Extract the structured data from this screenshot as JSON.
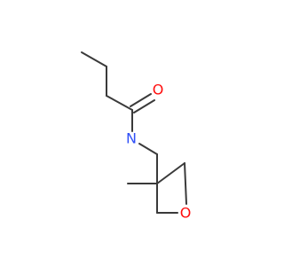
{
  "molecule": {
    "atoms": [
      {
        "id": "o_carbonyl",
        "label": "O",
        "color": "#ff0d0d"
      },
      {
        "id": "n_amide",
        "label": "N",
        "color": "#3050f8"
      },
      {
        "id": "o_ring",
        "label": "O",
        "color": "#ff0d0d"
      }
    ],
    "bond_color": "#3a3a3a"
  }
}
